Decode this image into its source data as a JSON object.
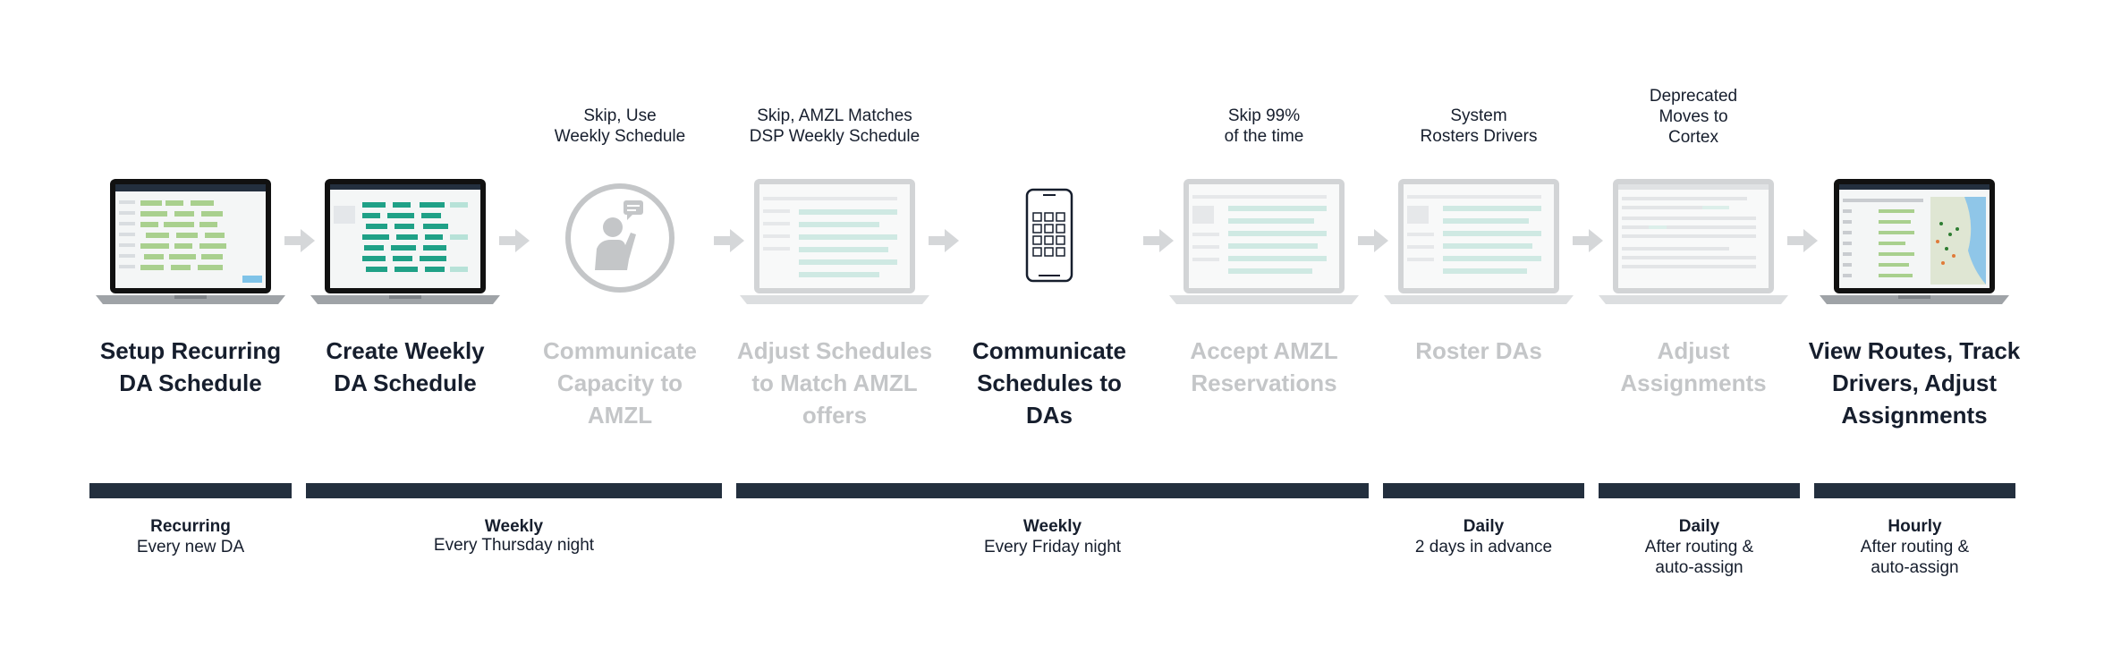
{
  "steps": [
    {
      "id": "setup-recurring",
      "visual": "laptop-schedule-green",
      "state": "active",
      "note": [],
      "title": [
        "Setup Recurring",
        "DA Schedule"
      ]
    },
    {
      "id": "create-weekly",
      "visual": "laptop-schedule-teal",
      "state": "active",
      "note": [],
      "title": [
        "Create Weekly",
        "DA Schedule"
      ]
    },
    {
      "id": "communicate-capacity",
      "visual": "person-icon",
      "state": "muted",
      "note": [
        "Skip, Use",
        "Weekly Schedule"
      ],
      "title": [
        "Communicate",
        "Capacity to",
        "AMZL"
      ]
    },
    {
      "id": "adjust-schedules",
      "visual": "laptop-faded",
      "state": "muted",
      "note": [
        "Skip, AMZL Matches",
        "DSP Weekly Schedule"
      ],
      "title": [
        "Adjust Schedules",
        "to Match AMZL",
        "offers"
      ]
    },
    {
      "id": "communicate-schedules",
      "visual": "phone-icon",
      "state": "active",
      "note": [],
      "title": [
        "Communicate",
        "Schedules to",
        "DAs"
      ]
    },
    {
      "id": "accept-reservations",
      "visual": "laptop-faded",
      "state": "muted",
      "note": [
        "Skip 99%",
        "of the time"
      ],
      "title": [
        "Accept AMZL",
        "Reservations"
      ]
    },
    {
      "id": "roster-das",
      "visual": "laptop-faded",
      "state": "muted",
      "note": [
        "System",
        "Rosters Drivers"
      ],
      "title": [
        "Roster DAs"
      ]
    },
    {
      "id": "adjust-assignments",
      "visual": "laptop-faded-list",
      "state": "muted",
      "note": [
        "Deprecated",
        "Moves to",
        "Cortex"
      ],
      "title": [
        "Adjust",
        "Assignments"
      ]
    },
    {
      "id": "view-routes",
      "visual": "laptop-map",
      "state": "active",
      "note": [],
      "title": [
        "View Routes, Track",
        "Drivers, Adjust",
        "Assignments"
      ]
    }
  ],
  "frequencies": [
    {
      "id": "recurring",
      "label": "Recurring",
      "detail": [
        "Every new DA"
      ]
    },
    {
      "id": "weekly-thursday",
      "label": "Weekly",
      "detail": [
        "Every Thursday night"
      ]
    },
    {
      "id": "weekly-friday",
      "label": "Weekly",
      "detail": [
        "Every Friday night"
      ]
    },
    {
      "id": "daily-advance",
      "label": "Daily",
      "detail": [
        "2 days in advance"
      ]
    },
    {
      "id": "daily-routing",
      "label": "Daily",
      "detail": [
        "After routing &",
        "auto-assign"
      ]
    },
    {
      "id": "hourly",
      "label": "Hourly",
      "detail": [
        "After routing &",
        "auto-assign"
      ]
    }
  ],
  "colors": {
    "active_text": "#161e2d",
    "muted_text": "#c4c6c8",
    "bar": "#232f3e",
    "arrow": "#d5d7d9",
    "accent_green": "#a9d08e",
    "accent_teal": "#1fa187"
  }
}
